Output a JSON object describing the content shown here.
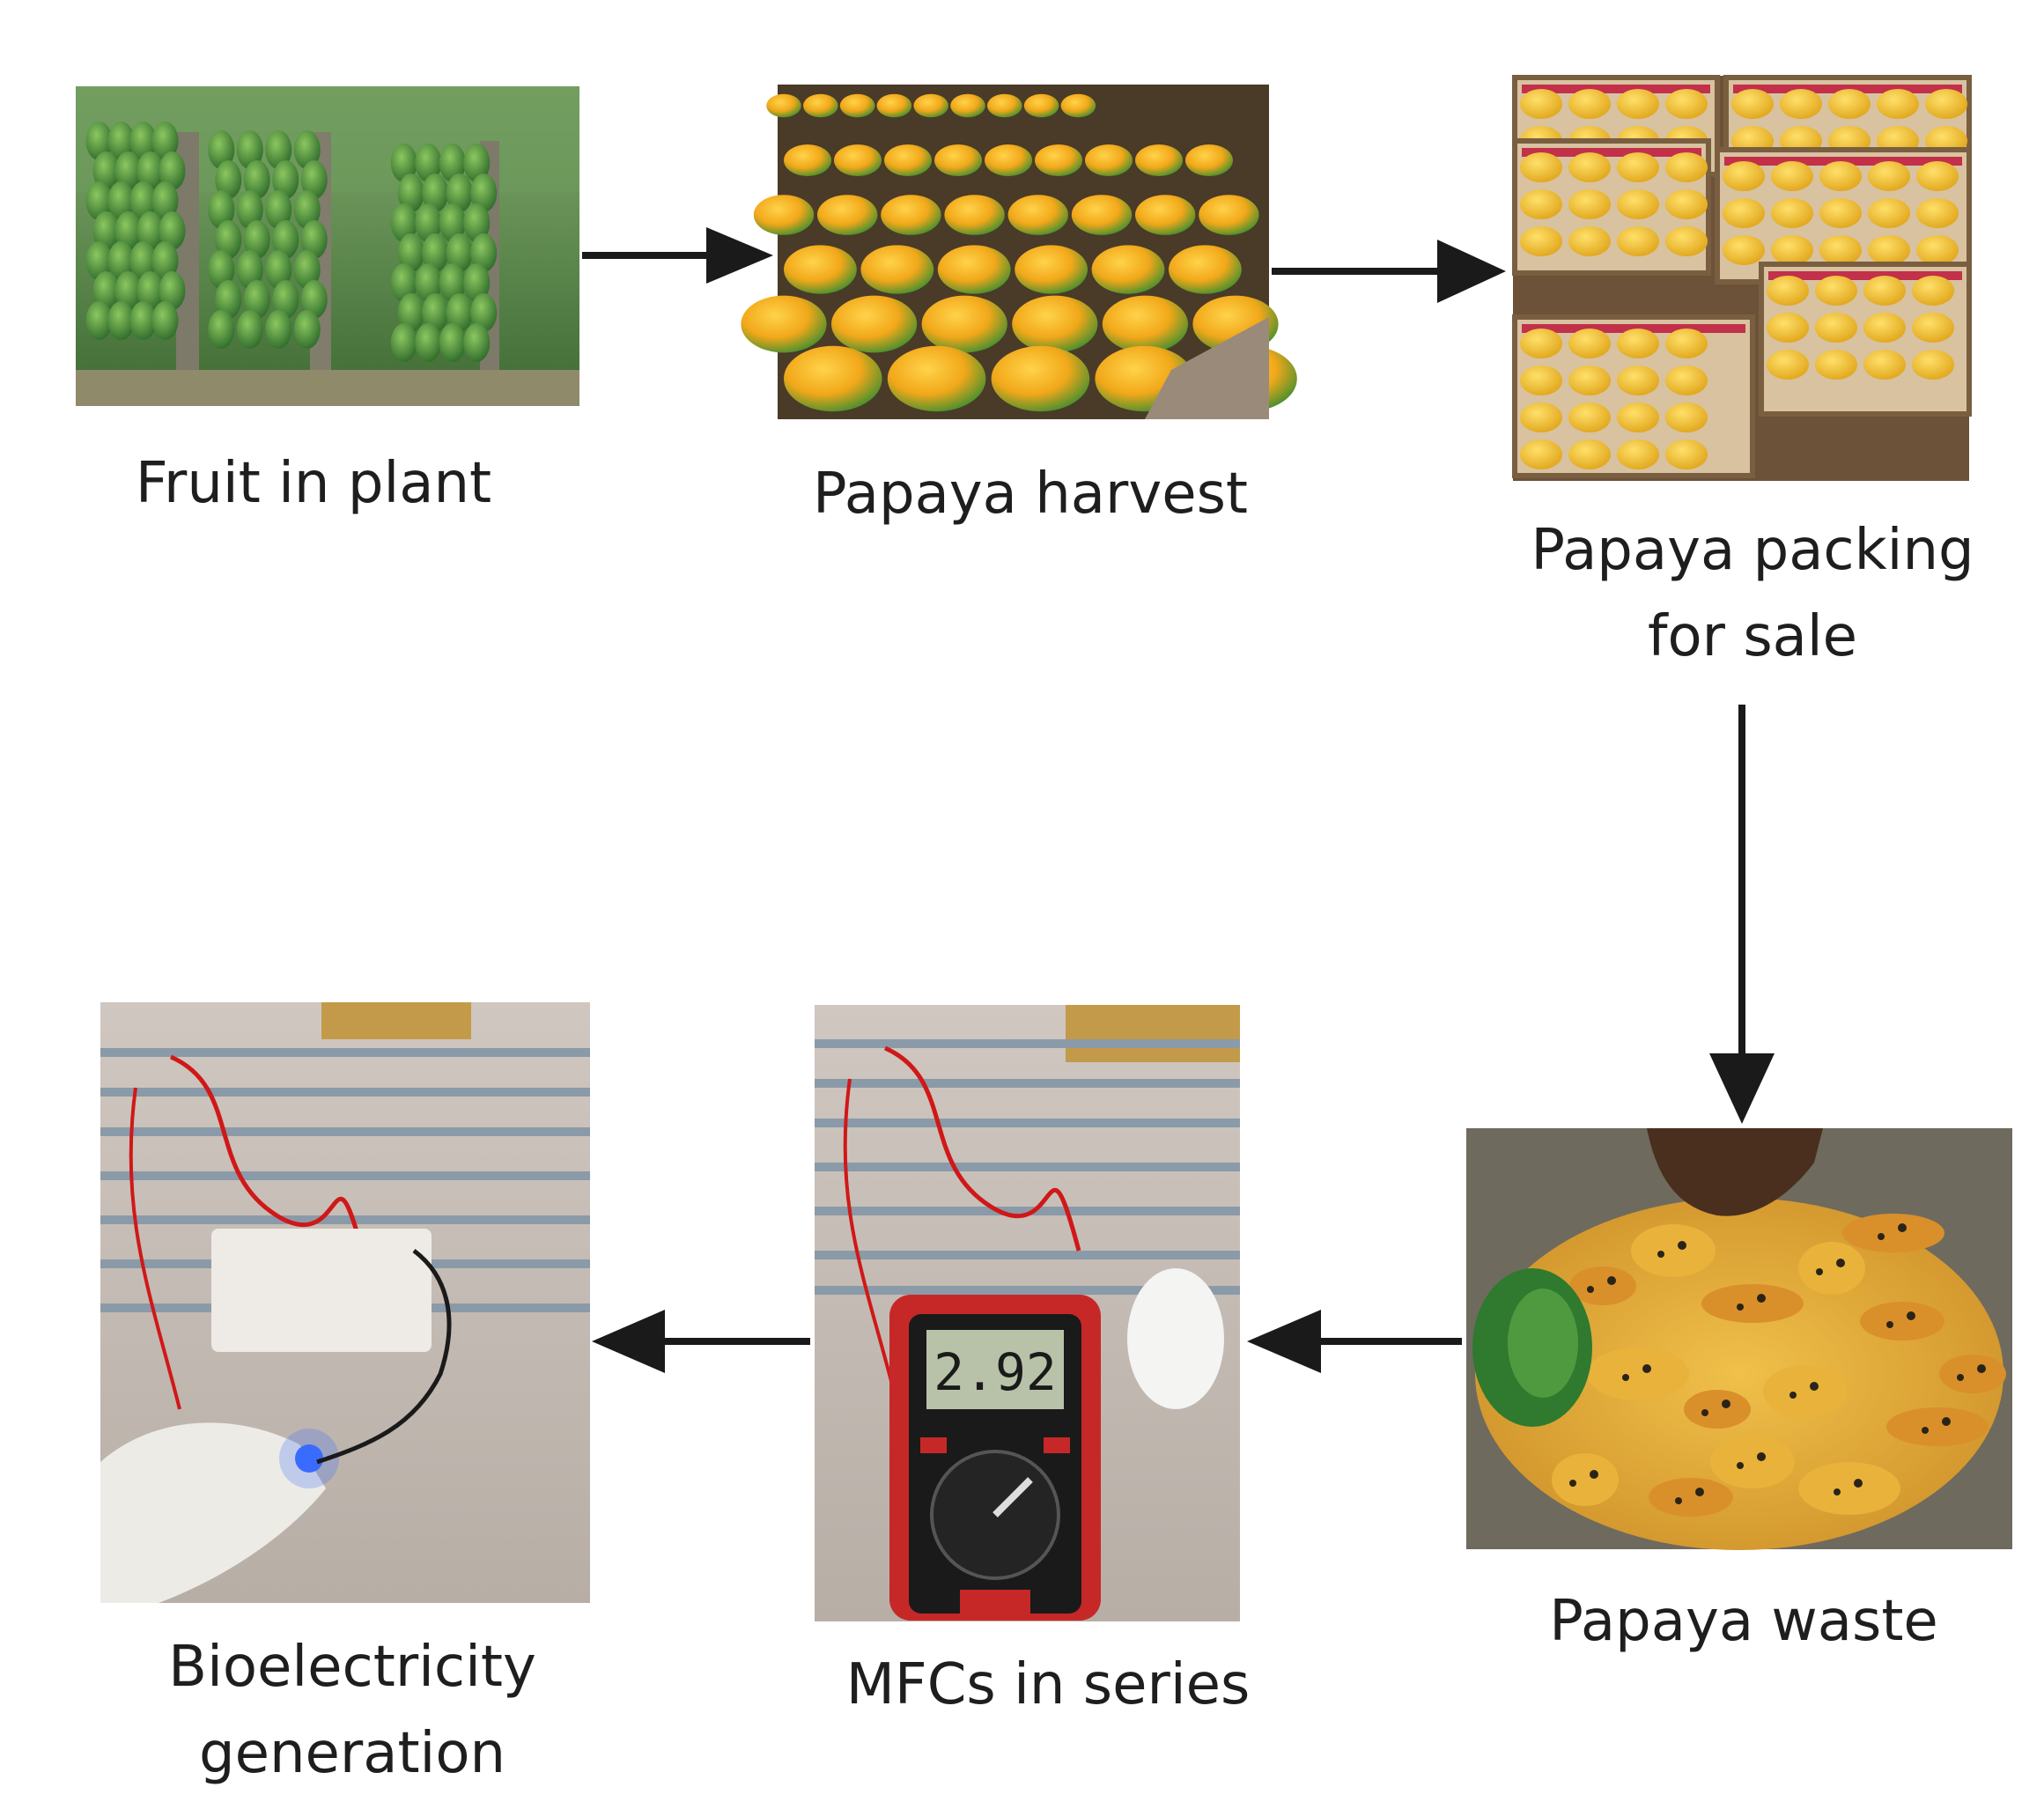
{
  "steps": [
    {
      "id": "fruit",
      "label": "Fruit in plant"
    },
    {
      "id": "harvest",
      "label": "Papaya harvest"
    },
    {
      "id": "packing",
      "label_line1": "Papaya packing",
      "label_line2": "for sale"
    },
    {
      "id": "waste",
      "label": "Papaya waste"
    },
    {
      "id": "mfc",
      "label": "MFCs in series",
      "multimeter_reading": "2.92"
    },
    {
      "id": "bioelec",
      "label_line1": "Bioelectricity",
      "label_line2": "generation"
    }
  ],
  "colors": {
    "arrow": "#1a1a1a",
    "text": "#1e1e1e",
    "papaya_green": "#2f7a2e",
    "papaya_yellow": "#f2b619",
    "crate_wood": "#8a6a48",
    "multimeter_red": "#c62828",
    "led_blue": "#3a6bff"
  },
  "icons": [
    "arrow-right-icon",
    "arrow-down-icon",
    "arrow-left-icon"
  ]
}
